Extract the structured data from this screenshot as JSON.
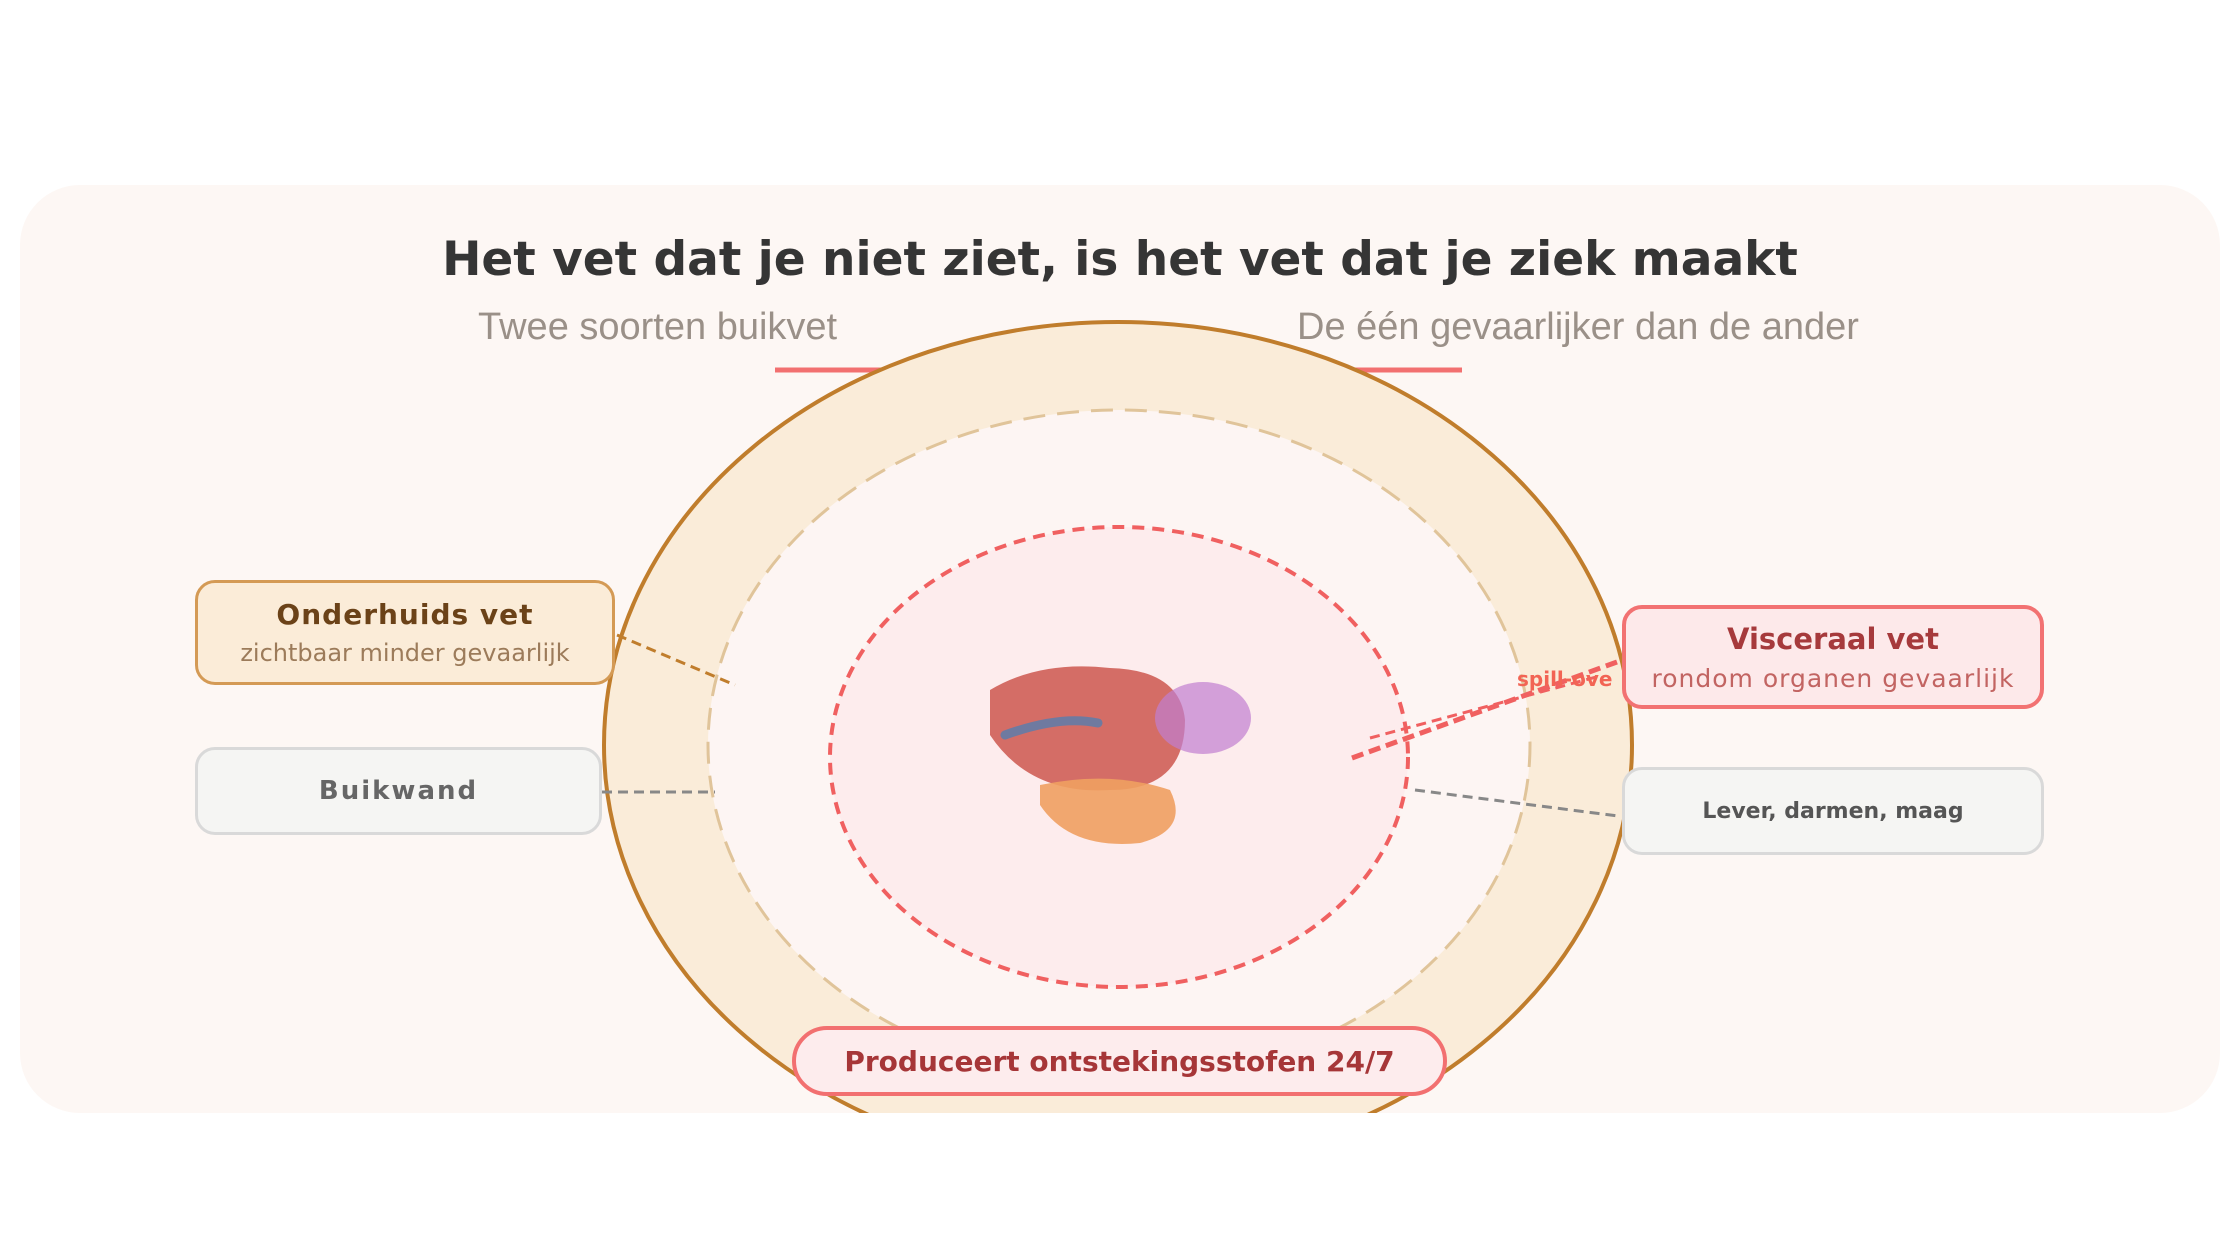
{
  "header": {
    "title": "Het vet dat je niet ziet, is het vet dat je ziek maakt",
    "subtitle_left": "Twee soorten buikvet",
    "subtitle_right": "De één gevaarlijker dan de ander"
  },
  "labels": {
    "subcutaneous": {
      "title": "Onderhuids vet",
      "subtitle": "zichtbaar minder gevaarlijk"
    },
    "wall": {
      "title": "Buikwand"
    },
    "visceral": {
      "title": "Visceraal vet",
      "subtitle": "rondom organen gevaarlijk"
    },
    "organs": {
      "title": "Lever, darmen, maag"
    },
    "spillover": "spill-ove",
    "inflammation": "Produceert ontstekingsstofen 24/7"
  },
  "colors": {
    "subcutaneous_fill": "#faecd9",
    "subcutaneous_stroke": "#c07d2c",
    "visceral_fill": "#fdeced",
    "visceral_stroke": "#f06060",
    "accent_red": "#f27070"
  }
}
